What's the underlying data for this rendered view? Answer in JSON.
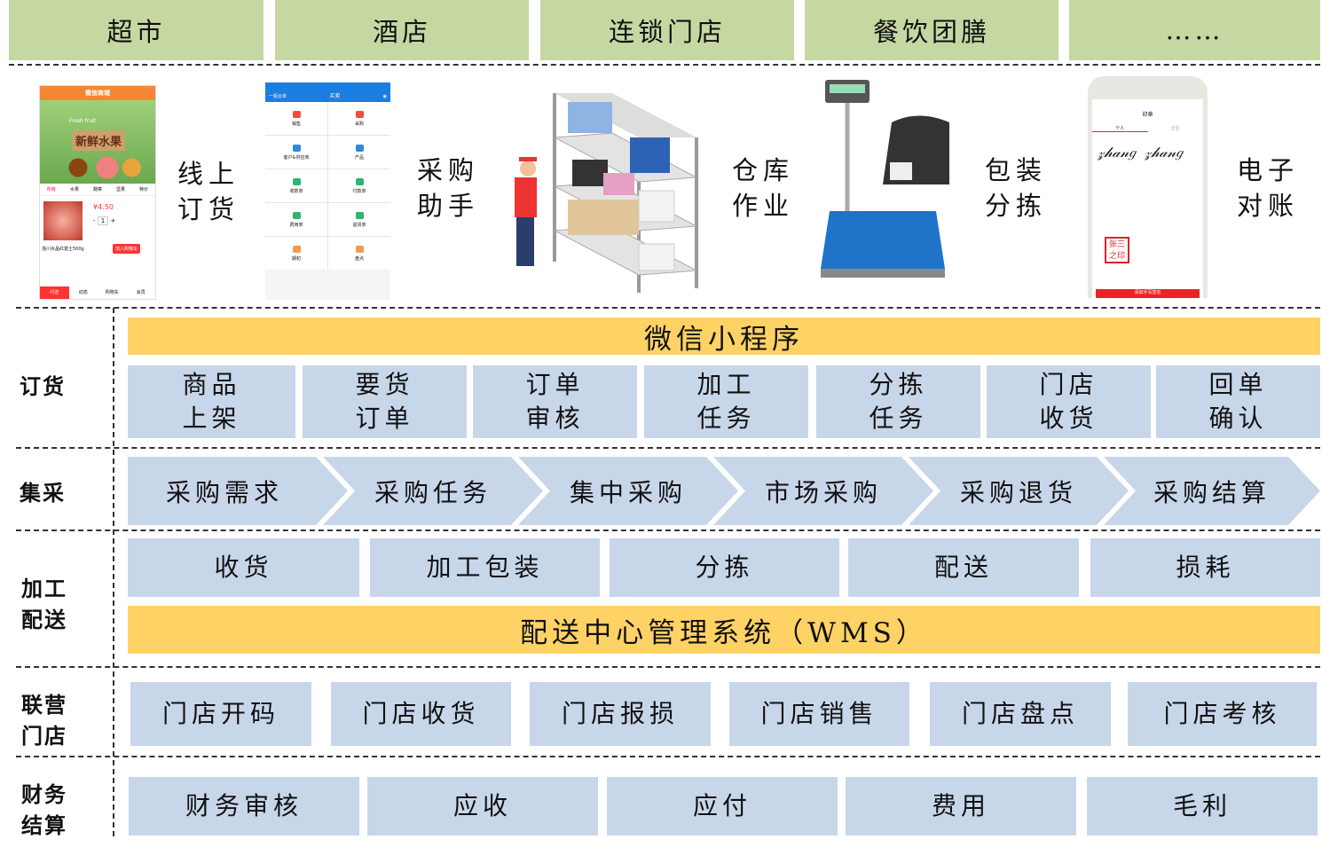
{
  "industries": [
    "超市",
    "酒店",
    "连锁门店",
    "餐饮团膳",
    "……"
  ],
  "scenarios": [
    {
      "label_l1": "线上",
      "label_l2": "订货"
    },
    {
      "label_l1": "采购",
      "label_l2": "助手"
    },
    {
      "label_l1": "仓库",
      "label_l2": "作业"
    },
    {
      "label_l1": "包装",
      "label_l2": "分拣"
    },
    {
      "label_l1": "电子",
      "label_l2": "对账"
    }
  ],
  "mall_phone": {
    "title": "微信商城",
    "banner": "新鲜水果",
    "banner_sub": "Fresh fruit",
    "tabs": [
      "所有",
      "水果",
      "蔬菜",
      "坚果",
      "特价"
    ],
    "price": "¥4.50",
    "qty": "1",
    "product": "洛川水晶红富士500g",
    "cart_button": "加入购物车",
    "nav": [
      "闪送",
      "动态",
      "购物车",
      "会员"
    ]
  },
  "purchase_phone": {
    "title": "买卖",
    "left": "一瓶云单",
    "tiles": [
      "销售",
      "采购",
      "客户&供应商",
      "产品",
      "收款单",
      "付款单",
      "费用单",
      "退货单",
      "期初",
      "盘点"
    ]
  },
  "sign_phone": {
    "title": "印章",
    "tabs": [
      "个人",
      "企业"
    ],
    "seal": "张三之印",
    "button": "添加手写签名"
  },
  "sections": {
    "ordering": {
      "label": "订货",
      "platform": "微信小程序",
      "steps": [
        [
          "商品",
          "上架"
        ],
        [
          "要货",
          "订单"
        ],
        [
          "订单",
          "审核"
        ],
        [
          "加工",
          "任务"
        ],
        [
          "分拣",
          "任务"
        ],
        [
          "门店",
          "收货"
        ],
        [
          "回单",
          "确认"
        ]
      ]
    },
    "procurement": {
      "label": "集采",
      "steps": [
        "采购需求",
        "采购任务",
        "集中采购",
        "市场采购",
        "采购退货",
        "采购结算"
      ]
    },
    "processing": {
      "label_l1": "加工",
      "label_l2": "配送",
      "steps": [
        "收货",
        "加工包装",
        "分拣",
        "配送",
        "损耗"
      ],
      "platform": "配送中心管理系统（WMS）"
    },
    "franchise": {
      "label_l1": "联营",
      "label_l2": "门店",
      "steps": [
        "门店开码",
        "门店收货",
        "门店报损",
        "门店销售",
        "门店盘点",
        "门店考核"
      ]
    },
    "finance": {
      "label_l1": "财务",
      "label_l2": "结算",
      "steps": [
        "财务审核",
        "应收",
        "应付",
        "费用",
        "毛利"
      ]
    }
  }
}
